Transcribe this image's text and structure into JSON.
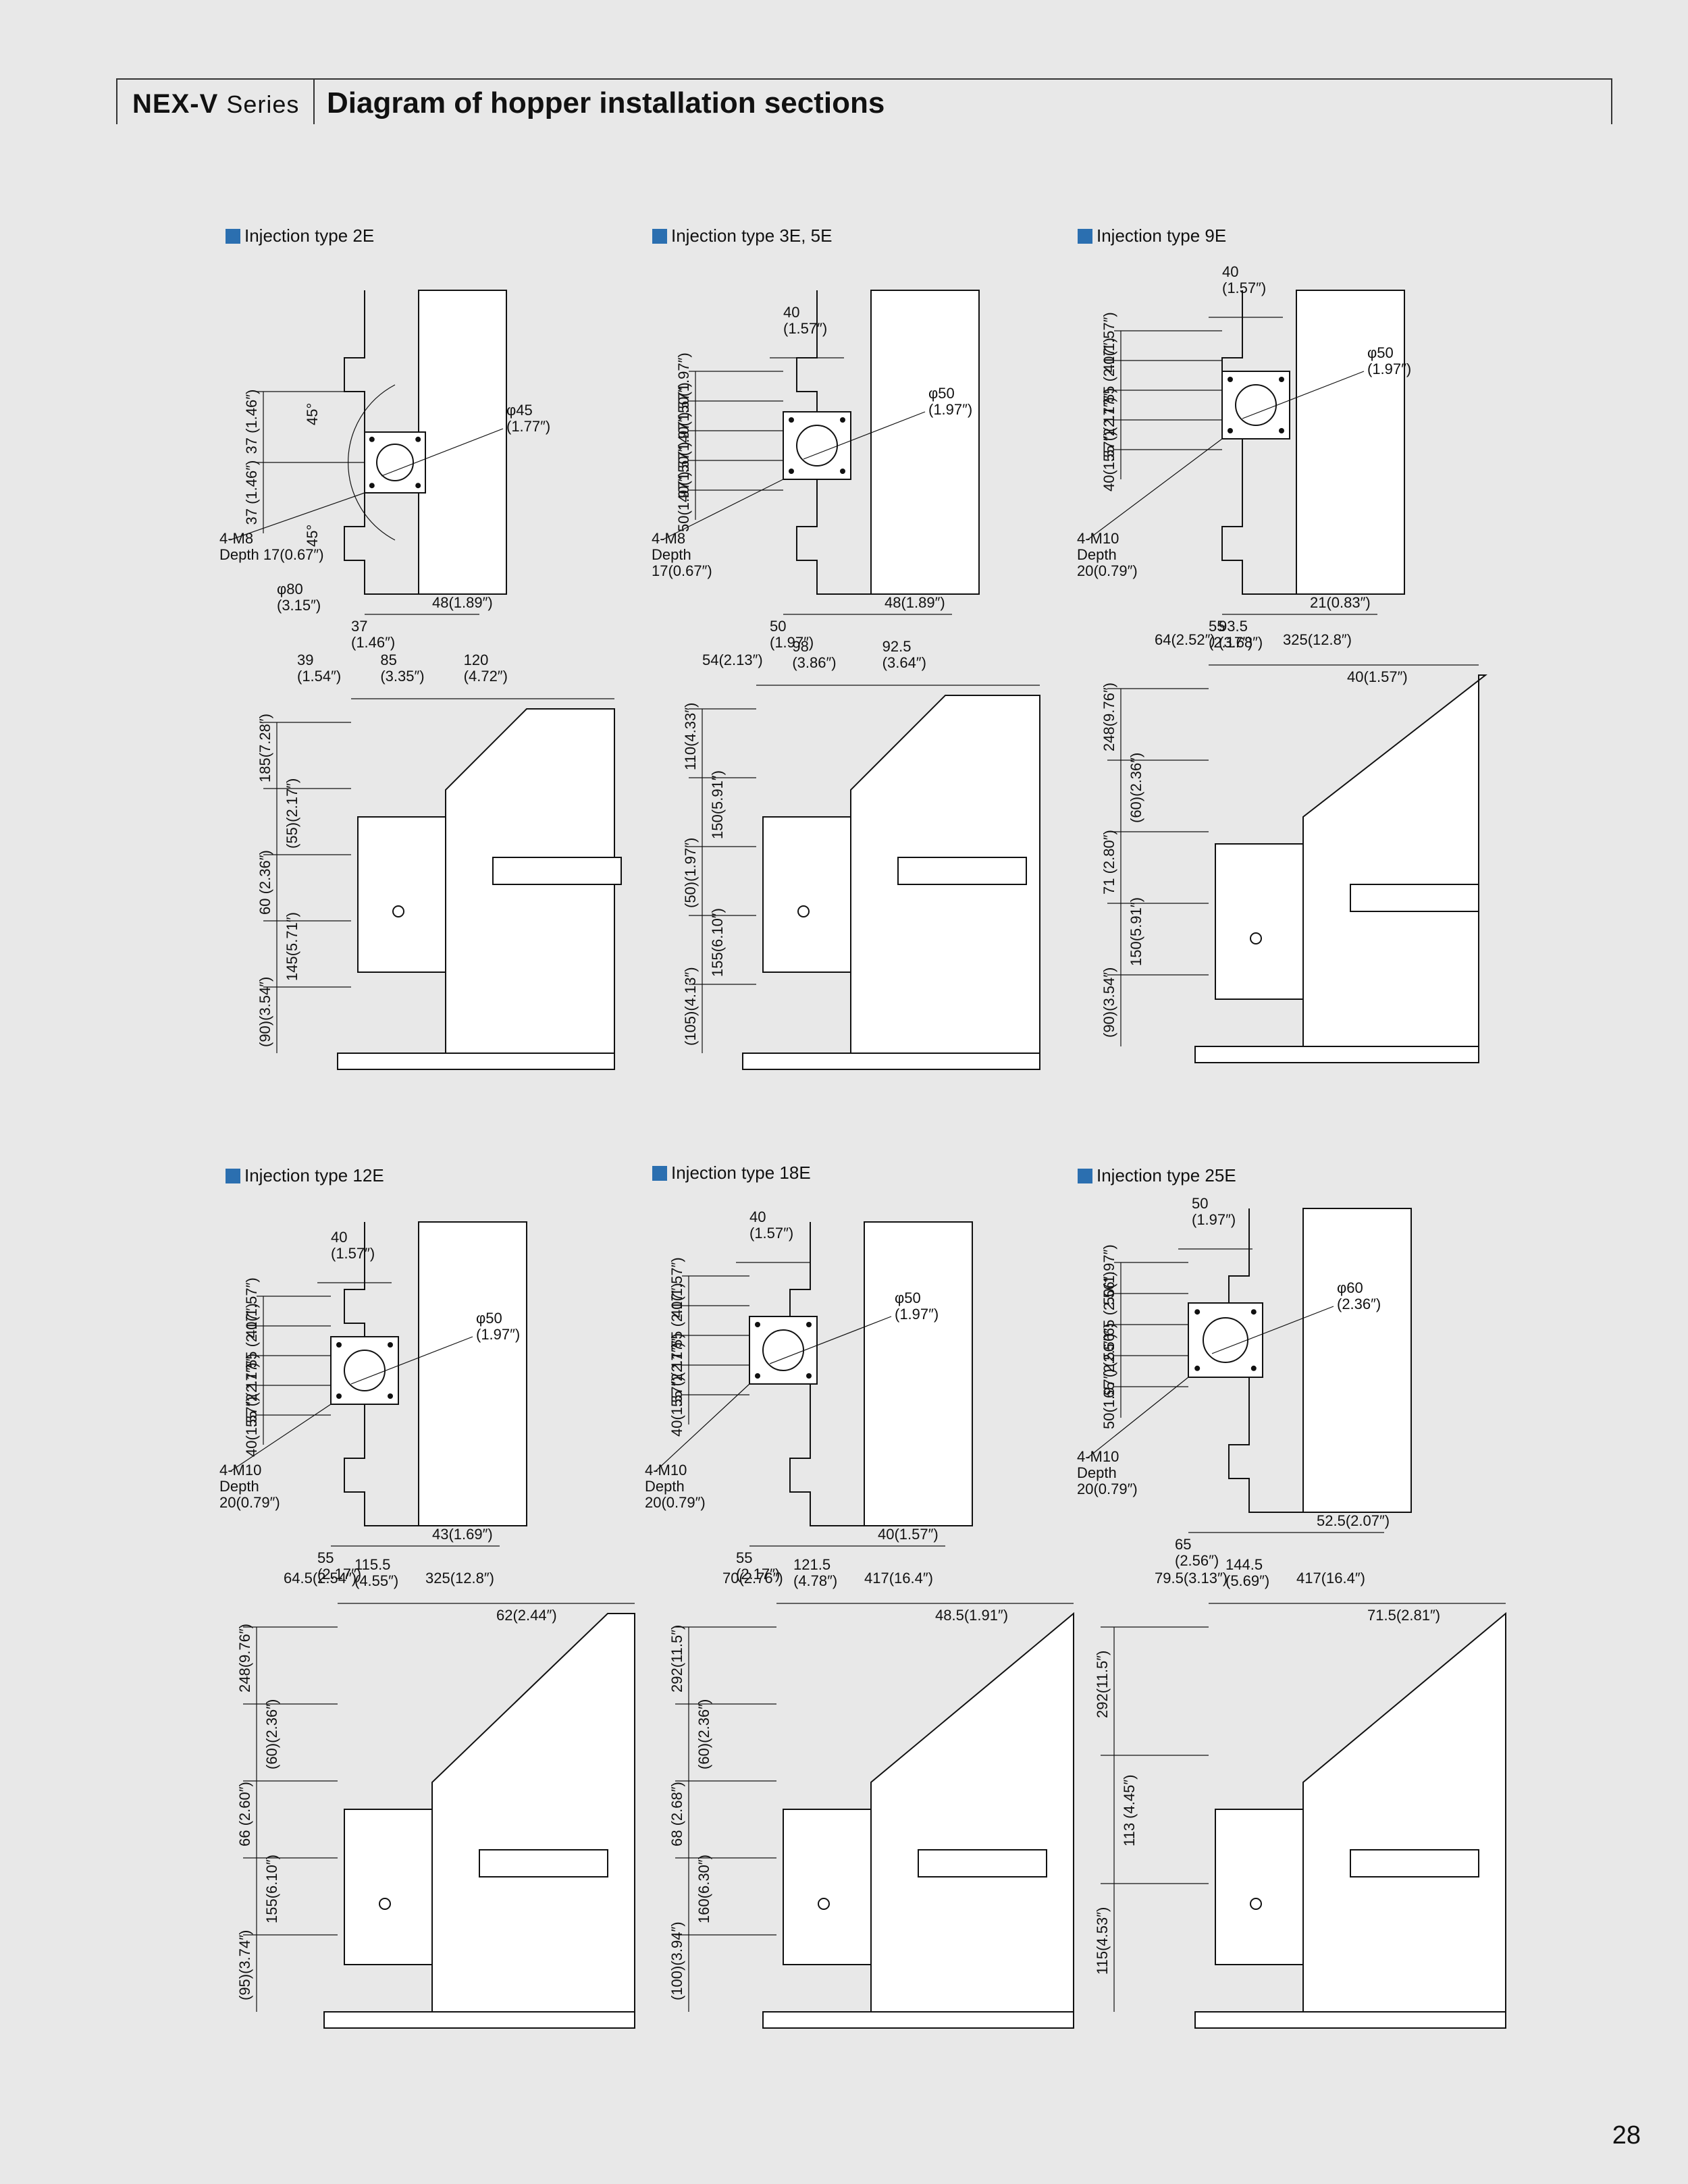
{
  "header": {
    "brand": "NEX-V",
    "series": "Series",
    "title": "Diagram of hopper installation sections"
  },
  "page_number": "28",
  "accent_color": "#2b6fb0",
  "panels": [
    {
      "label": "Injection type  2E",
      "top": {
        "dims_left": [
          "37\n(1.46″)",
          "37\n(1.46″)"
        ],
        "angles": [
          "45°",
          "45°"
        ],
        "hole": "φ45\n(1.77″)",
        "bolts": "4-M8\nDepth 17(0.67″)",
        "flange": "φ80\n(3.15″)",
        "dim_bottom_1": "37\n(1.46″)",
        "dim_bottom_2": "48(1.89″)"
      },
      "bottom": {
        "top_dims": [
          "39\n(1.54″)",
          "85\n(3.35″)",
          "120\n(4.72″)"
        ],
        "left_dims": [
          "185(7.28″)",
          "(55)(2.17″)",
          "60\n(2.36″)",
          "145(5.71″)",
          "(90)(3.54″)"
        ]
      }
    },
    {
      "label": "Injection type  3E, 5E",
      "top": {
        "dim_top": "40\n(1.57″)",
        "left_dims": [
          "50(1.97″)",
          "40(1.57″)",
          "50(1.97″)",
          "40(1.57″)",
          "50(1.97″)"
        ],
        "hole": "φ50\n(1.97″)",
        "bolts": "4-M8\nDepth\n17(0.67″)",
        "dim_bottom_1": "50\n(1.97″)",
        "dim_bottom_2": "48(1.89″)"
      },
      "bottom": {
        "top_dims": [
          "54(2.13″)",
          "98\n(3.86″)",
          "92.5\n(3.64″)"
        ],
        "left_dims": [
          "110(4.33″)",
          "150(5.91″)",
          "(50)(1.97″)",
          "155(6.10″)",
          "(105)(4.13″)"
        ]
      }
    },
    {
      "label": "Injection type  9E",
      "top": {
        "dim_top": "40\n(1.57″)",
        "left_dims": [
          "40(1.57″)",
          "55\n(2.17″)",
          "(2.17″)",
          "55\n(2.17″)",
          "40(1.57″)"
        ],
        "hole": "φ50\n(1.97″)",
        "bolts": "4-M10\nDepth\n20(0.79″)",
        "dim_bottom_1": "55\n(2.17″)",
        "dim_bottom_2": "21(0.83″)"
      },
      "bottom": {
        "top_dims": [
          "64(2.52″)",
          "93.5\n(3.68″)",
          "325(12.8″)",
          "40(1.57″)"
        ],
        "left_dims": [
          "248(9.76″)",
          "(60)(2.36″)",
          "71\n(2.80″)",
          "150(5.91″)",
          "(90)(3.54″)"
        ]
      }
    },
    {
      "label": "Injection type  12E",
      "top": {
        "dim_top": "40\n(1.57″)",
        "left_dims": [
          "40(1.57″)",
          "55\n(2.17″)",
          "(2.17″)",
          "55\n(2.17″)",
          "40(1.57″)"
        ],
        "hole": "φ50\n(1.97″)",
        "bolts": "4-M10\nDepth\n20(0.79″)",
        "dim_bottom_1": "55\n(2.17″)",
        "dim_bottom_2": "43(1.69″)"
      },
      "bottom": {
        "top_dims": [
          "64.5(2.54″)",
          "115.5\n(4.55″)",
          "325(12.8″)",
          "62(2.44″)"
        ],
        "left_dims": [
          "248(9.76″)",
          "(60)(2.36″)",
          "66\n(2.60″)",
          "155(6.10″)",
          "(95)(3.74″)"
        ]
      }
    },
    {
      "label": "Injection type  18E",
      "top": {
        "dim_top": "40\n(1.57″)",
        "left_dims": [
          "40(1.57″)",
          "55\n(2.17″)",
          "(2.17″)",
          "55\n(2.17″)",
          "40(1.57″)"
        ],
        "hole": "φ50\n(1.97″)",
        "bolts": "4-M10\nDepth\n20(0.79″)",
        "dim_bottom_1": "55\n(2.17″)",
        "dim_bottom_2": "40(1.57″)"
      },
      "bottom": {
        "top_dims": [
          "70(2.76″)",
          "121.5\n(4.78″)",
          "417(16.4″)",
          "48.5(1.91″)"
        ],
        "left_dims": [
          "292(11.5″)",
          "(60)(2.36″)",
          "68\n(2.68″)",
          "160(6.30″)",
          "(100)(3.94″)"
        ]
      }
    },
    {
      "label": "Injection type  25E",
      "top": {
        "dim_top": "50\n(1.97″)",
        "left_dims": [
          "50(1.97″)",
          "65\n(2.56″)",
          "(2.56″)",
          "65\n(2.56″)",
          "50(1.97″)"
        ],
        "hole": "φ60\n(2.36″)",
        "bolts": "4-M10\nDepth\n20(0.79″)",
        "dim_bottom_1": "65\n(2.56″)",
        "dim_bottom_2": "52.5(2.07″)"
      },
      "bottom": {
        "top_dims": [
          "79.5(3.13″)",
          "144.5\n(5.69″)",
          "417(16.4″)",
          "71.5(2.81″)"
        ],
        "left_dims": [
          "292(11.5″)",
          "113\n(4.45″)",
          "115(4.53″)"
        ]
      }
    }
  ]
}
